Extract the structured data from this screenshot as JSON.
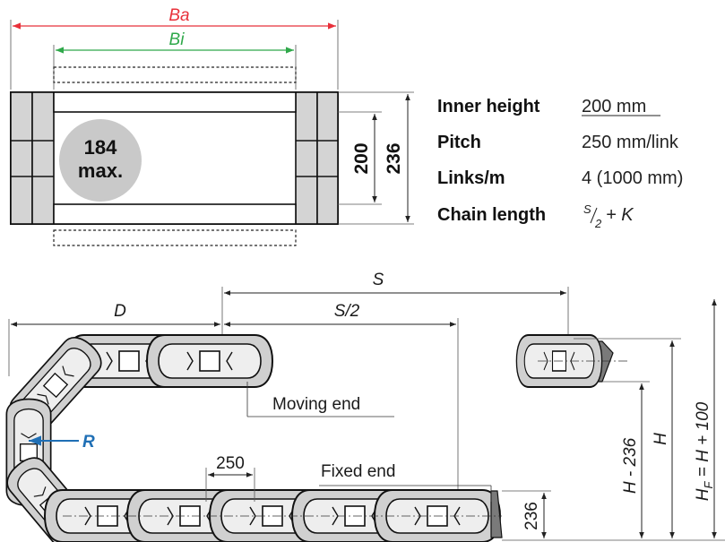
{
  "colors": {
    "ba": "#e8303a",
    "bi": "#2fa84a",
    "r": "#1f6fb5",
    "link_fill": "#d0d0d0",
    "link_dark": "#7a7a7a",
    "badge": "#c9c9c9"
  },
  "cross_section": {
    "ba_label": "Ba",
    "bi_label": "Bi",
    "badge_value": "184",
    "badge_unit": "max.",
    "dim_inner": "200",
    "dim_outer": "236"
  },
  "specs": [
    {
      "key": "Inner height",
      "value": "200 mm"
    },
    {
      "key": "Pitch",
      "value": "250 mm/link"
    },
    {
      "key": "Links/m",
      "value": "4 (1000 mm)"
    },
    {
      "key": "Chain length",
      "value_sup": "S",
      "value_sub": "2",
      "value_tail": "+ K"
    }
  ],
  "side_view": {
    "s_label": "S",
    "s_half_label": "S/2",
    "d_label": "D",
    "r_label": "R",
    "pitch_label": "250",
    "moving_end_label": "Moving end",
    "fixed_end_label": "Fixed end",
    "dim_236": "236",
    "h_minus_label": "H - 236",
    "h_label": "H",
    "hf_label_main": "H",
    "hf_label_sub": "F",
    "hf_label_tail": " = H + 100"
  }
}
